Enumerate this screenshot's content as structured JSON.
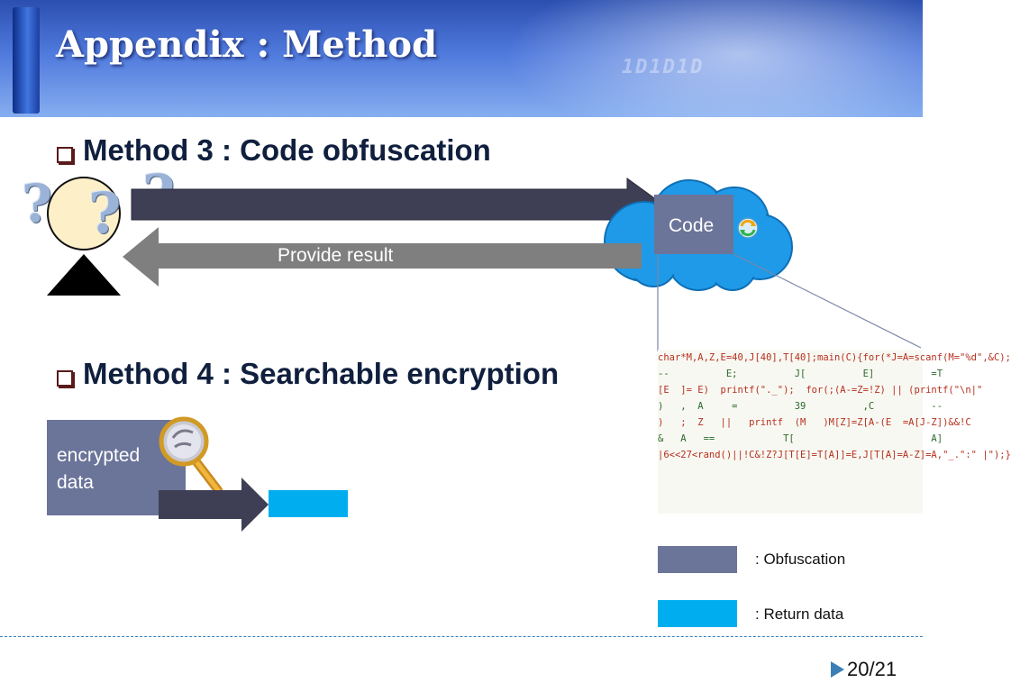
{
  "header": {
    "title": "Appendix : Method",
    "decor_text": "1D1D1D"
  },
  "methods": [
    {
      "label": "Method 3 : Code obfuscation"
    },
    {
      "label": "Method 4 : Searchable encryption"
    }
  ],
  "diagram3": {
    "code_label": "Code",
    "provide_result": "Provide result"
  },
  "diagram4": {
    "encrypted_label_1": "encrypted",
    "encrypted_label_2": "data"
  },
  "code_sample": {
    "lines": [
      "char*M,A,Z,E=40,J[40],T[40];main(C){for(*J=A=scanf(M=\"%d\",&C);",
      "--          E;          J[          E]          =T",
      "[E  ]= E)  printf(\"._\");  for(;(A-=Z=!Z) || (printf(\"\\n|\"",
      ")   ,  A     =          39          ,C          --",
      ")   ;  Z   ||   printf  (M   )M[Z]=Z[A-(E  =A[J-Z])&&!C",
      "&   A   ==            T[                        A]",
      "|6<<27<rand()||!C&!Z?J[T[E]=T[A]]=E,J[T[A]=A-Z]=A,\"_.\":\" |\");}"
    ]
  },
  "legend": {
    "obfuscation": ": Obfuscation",
    "return_data": ": Return data"
  },
  "colors": {
    "obfuscation": "#6b7499",
    "return_data": "#00aeef",
    "arrow_dark": "#3e3e55",
    "arrow_gray": "#7f7f7f",
    "cloud": "#1f9ae8"
  },
  "footer": {
    "page": "20/21"
  }
}
